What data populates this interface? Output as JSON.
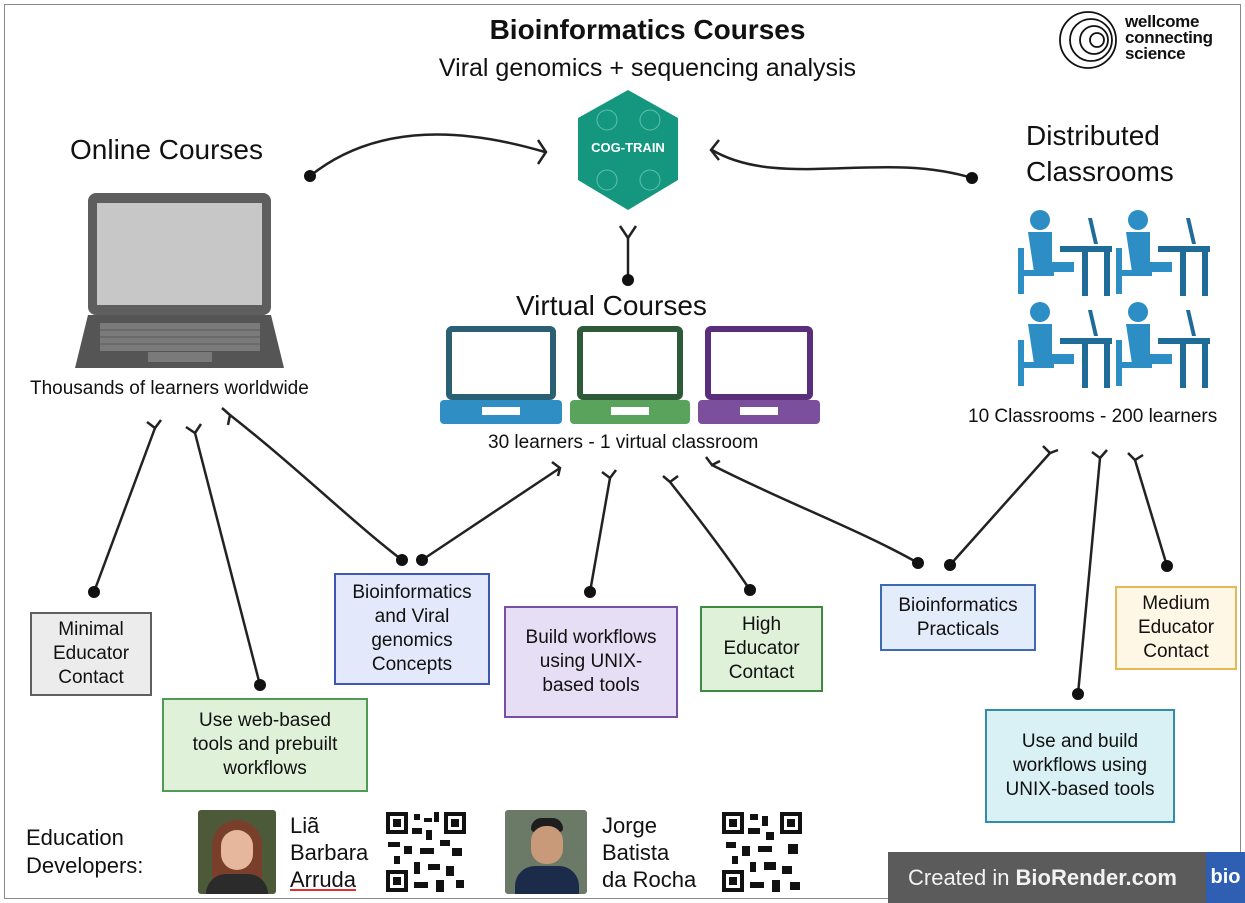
{
  "header": {
    "title": "Bioinformatics Courses",
    "subtitle": "Viral genomics + sequencing analysis"
  },
  "logo": {
    "lines": [
      "wellcome",
      "connecting",
      "science"
    ]
  },
  "hub": {
    "label": "COG-TRAIN",
    "color": "#14977e"
  },
  "online": {
    "title": "Online Courses",
    "caption": "Thousands of learners worldwide"
  },
  "virtual": {
    "title": "Virtual Courses",
    "caption": "30 learners - 1 virtual classroom",
    "laptop_colors": [
      "#2f8fc4",
      "#5aa35d",
      "#7b4f9c"
    ]
  },
  "distributed": {
    "title_line1": "Distributed",
    "title_line2": "Classrooms",
    "caption": "10 Classrooms - 200 learners",
    "icon_color": "#2c8ec4"
  },
  "boxes": {
    "minimal": [
      "Minimal",
      "Educator",
      "Contact"
    ],
    "web": [
      "Use web-based",
      "tools and prebuilt",
      "workflows"
    ],
    "concepts": [
      "Bioinformatics",
      "and Viral",
      "genomics",
      "Concepts"
    ],
    "build": [
      "Build workflows",
      "using UNIX-",
      "based tools"
    ],
    "high": [
      "High",
      "Educator",
      "Contact"
    ],
    "practicals": [
      "Bioinformatics",
      "Practicals"
    ],
    "medium": [
      "Medium",
      "Educator",
      "Contact"
    ],
    "usebuild": [
      "Use and build",
      "workflows using",
      "UNIX-based tools"
    ]
  },
  "developers": {
    "label_line1": "Education",
    "label_line2": "Developers:",
    "person1": [
      "Liã",
      "Barbara",
      "Arruda"
    ],
    "person2": [
      "Jorge",
      "Batista",
      "da Rocha"
    ]
  },
  "footer": {
    "created_in": "Created in",
    "brand": "BioRender.com",
    "tab": "bio"
  }
}
